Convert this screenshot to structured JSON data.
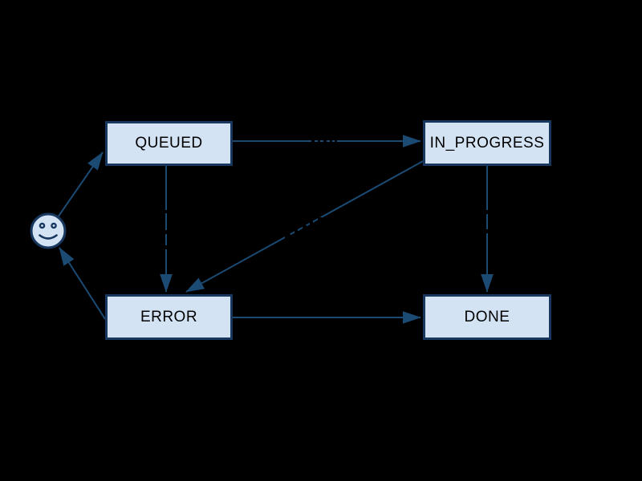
{
  "diagram": {
    "type": "state-diagram",
    "background_color": "#000000",
    "colors": {
      "node_fill": "#D3E3F4",
      "node_border": "#17375E",
      "edge_stroke": "#1B4A73",
      "node_text": "#000000"
    },
    "nodes": [
      {
        "id": "queued",
        "label": "QUEUED"
      },
      {
        "id": "in_progress",
        "label": "IN_PROGRESS"
      },
      {
        "id": "error",
        "label": "ERROR"
      },
      {
        "id": "done",
        "label": "DONE"
      },
      {
        "id": "actor",
        "label": "",
        "icon": "smiley-face-icon"
      }
    ],
    "edges": [
      {
        "from": "queued",
        "to": "in_progress"
      },
      {
        "from": "queued",
        "to": "error"
      },
      {
        "from": "in_progress",
        "to": "error"
      },
      {
        "from": "in_progress",
        "to": "done"
      },
      {
        "from": "error",
        "to": "done"
      },
      {
        "from": "actor",
        "to": "queued"
      },
      {
        "from": "error",
        "to": "actor"
      }
    ]
  }
}
